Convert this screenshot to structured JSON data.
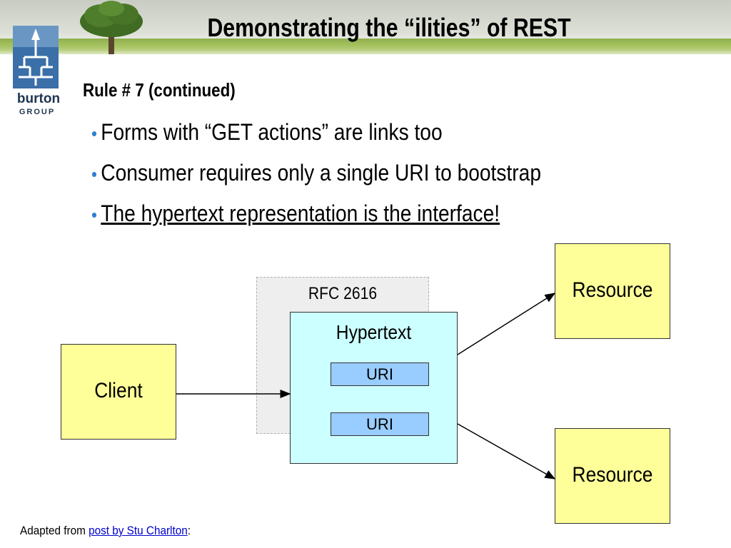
{
  "slide": {
    "title": "Demonstrating the “ilities” of REST",
    "subtitle": "Rule # 7 (continued)",
    "bullets": [
      "Forms with “GET actions” are links too",
      "Consumer requires only a single URI to bootstrap",
      "The hypertext representation is the interface!"
    ],
    "bullet_glyph": "•",
    "bullet_color": "#2f7fd1",
    "logo": {
      "line1": "burton",
      "line2": "GROUP"
    },
    "header_image": "tree-icon"
  },
  "diagram": {
    "client_label": "Client",
    "rfc_label": "RFC 2616",
    "hypertext_label": "Hypertext",
    "uri_labels": [
      "URI",
      "URI"
    ],
    "resource_labels": [
      "Resource",
      "Resource"
    ],
    "colors": {
      "client_fill": "#ffff99",
      "resource_fill": "#ffff99",
      "hypertext_fill": "#ccffff",
      "uri_fill": "#99ccff",
      "rfc_fill": "#eeeeee"
    }
  },
  "footer": {
    "prefix": "Adapted from ",
    "link_text": "post by Stu Charlton",
    "suffix": ":"
  }
}
